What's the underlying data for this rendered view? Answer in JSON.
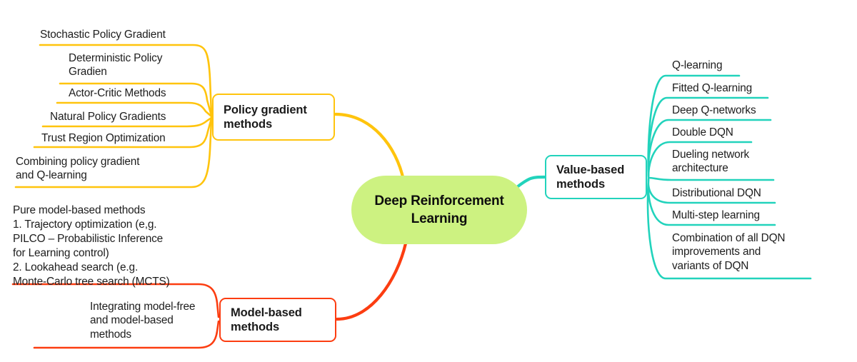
{
  "diagram": {
    "title": "Deep Reinforcement Learning",
    "root": {
      "label": "Deep\nReinforcement\nLearning",
      "fill": "#cdf281",
      "text_color": "#0d0d0d"
    },
    "branches": [
      {
        "id": "policy-gradient",
        "label": "Policy gradient\nmethods",
        "color": "#ffc40d",
        "side": "left",
        "leaves": [
          {
            "label": "Stochastic Policy Gradient"
          },
          {
            "label": "Deterministic Policy\nGradien"
          },
          {
            "label": "Actor-Critic Methods"
          },
          {
            "label": "Natural Policy Gradients"
          },
          {
            "label": "Trust Region Optimization"
          },
          {
            "label": "Combining policy gradient\nand Q-learning"
          }
        ]
      },
      {
        "id": "value-based",
        "label": "Value-based\nmethods",
        "color": "#22d3bc",
        "side": "right",
        "leaves": [
          {
            "label": "Q-learning"
          },
          {
            "label": "Fitted Q-learning"
          },
          {
            "label": "Deep Q-networks"
          },
          {
            "label": "Double DQN"
          },
          {
            "label": "Dueling network\narchitecture"
          },
          {
            "label": "Distributional DQN"
          },
          {
            "label": "Multi-step learning"
          },
          {
            "label": "Combination of all DQN\nimprovements and\nvariants of DQN"
          }
        ]
      },
      {
        "id": "model-based",
        "label": "Model-based\nmethods",
        "color": "#fc3d11",
        "side": "left",
        "leaves": [
          {
            "label": "Pure model-based methods\n1. Trajectory   optimization (e,g.\nPILCO – Probabilistic Inference\nfor Learning control)\n2. Lookahead search (e.g.\nMonte-Carlo tree search (MCTS)"
          },
          {
            "label": "Integrating model-free\nand model-based\nmethods"
          }
        ]
      }
    ]
  }
}
